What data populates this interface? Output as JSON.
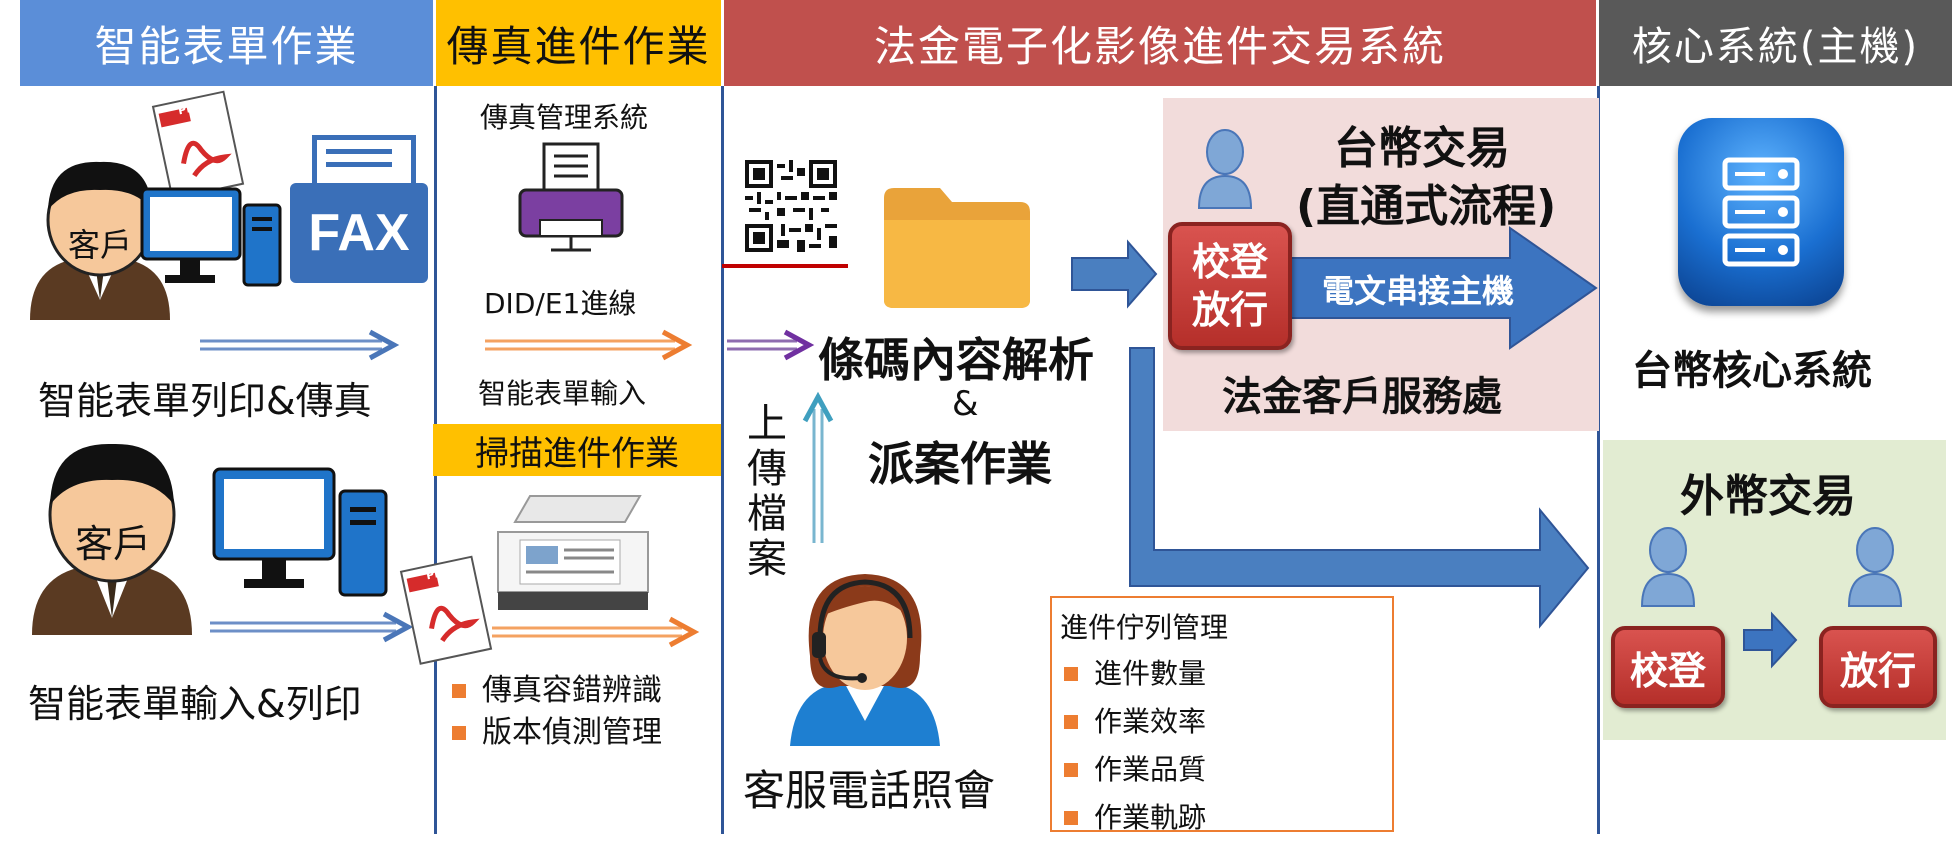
{
  "headers": {
    "smart_form": "智能表單作業",
    "fax_intake": "傳真進件作業",
    "imaging_system": "法金電子化影像進件交易系統",
    "core_system": "核心系統(主機)"
  },
  "colors": {
    "header_blue": "#5b8ed8",
    "header_gold": "#ffc000",
    "header_red": "#c0504d",
    "header_gray": "#595959",
    "panel_pink": "#f2dcdb",
    "panel_green": "#e2ecd2",
    "bullet_orange": "#ed7d31"
  },
  "col1": {
    "customer1_label": "客戶",
    "flow1_label": "智能表單列印&傳真",
    "customer2_label": "客戶",
    "flow2_label": "智能表單輸入&列印",
    "fax_text": "FAX",
    "pdf_text": "PDF"
  },
  "col2": {
    "fax_mgmt_label": "傳真管理系統",
    "line_label": "DID/E1進線",
    "form_input_label": "智能表單輸入",
    "scan_header": "掃描進件作業",
    "bullets": [
      "傳真容錯辨識",
      "版本偵測管理"
    ]
  },
  "col3": {
    "parse_label": "條碼內容解析",
    "amp": "&",
    "dispatch_label": "派案作業",
    "upload_label": [
      "上",
      "傳",
      "檔",
      "案"
    ],
    "call_label": "客服電話照會",
    "queue": {
      "title": "進件佇列管理",
      "items": [
        "進件數量",
        "作業效率",
        "作業品質",
        "作業軌跡"
      ]
    }
  },
  "twd_panel": {
    "title1": "台幣交易",
    "title2": "(直通式流程)",
    "verify_release": [
      "校登",
      "放行"
    ],
    "arrow_label": "電文串接主機",
    "office_label": "法金客戶服務處"
  },
  "core": {
    "twd_core_label": "台幣核心系統"
  },
  "fx_panel": {
    "title": "外幣交易",
    "verify": "校登",
    "release": "放行"
  }
}
